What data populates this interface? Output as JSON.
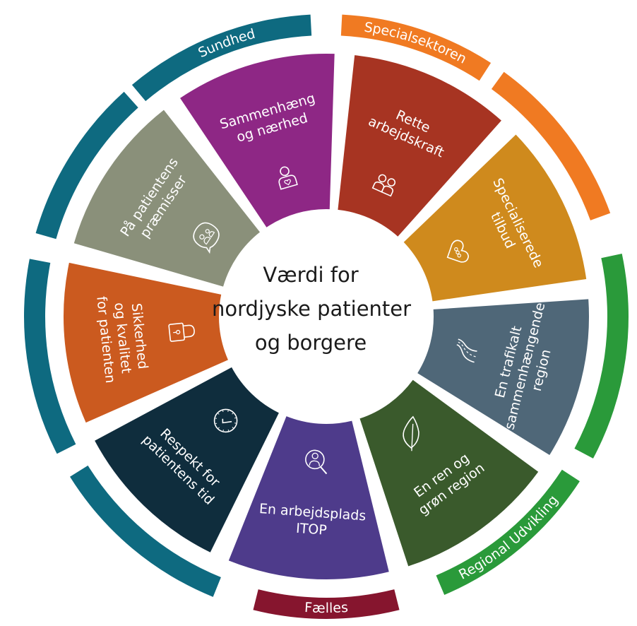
{
  "center": {
    "lines": [
      "Værdi for",
      "nordjyske patienter",
      "og borgere"
    ]
  },
  "outer_ring": [
    {
      "id": "sundhed",
      "label": "Sundhed",
      "color": "#0e6a80"
    },
    {
      "id": "specialsektoren",
      "label": "Specialsektoren",
      "color": "#f07a22"
    },
    {
      "id": "regional-udvikling",
      "label": "Regional Udvikling",
      "color": "#2a9a3a"
    },
    {
      "id": "faelles",
      "label": "Fælles",
      "color": "#86152e"
    }
  ],
  "segments": [
    {
      "id": "sammenhaeng",
      "lines": [
        "Sammenhæng",
        "og nærhed"
      ],
      "color": "#8e2785",
      "icon": "person-heart-icon"
    },
    {
      "id": "rette-arbejdskraft",
      "lines": [
        "Rette",
        "arbejdskraft"
      ],
      "color": "#a73422",
      "icon": "two-people-icon"
    },
    {
      "id": "specialiserede",
      "lines": [
        "Specialiserede",
        "tilbud"
      ],
      "color": "#cf8a1d",
      "icon": "heart-group-icon"
    },
    {
      "id": "trafikalt",
      "lines": [
        "En trafikalt",
        "sammenhængende",
        "region"
      ],
      "color": "#4f6778",
      "icon": "road-icon"
    },
    {
      "id": "ren-groen",
      "lines": [
        "En ren og",
        "grøn region"
      ],
      "color": "#3a5a2c",
      "icon": "leaf-icon"
    },
    {
      "id": "arbejdsplads",
      "lines": [
        "En arbejdsplads",
        "ITOP"
      ],
      "color": "#4e3b8b",
      "icon": "person-search-icon"
    },
    {
      "id": "respekt",
      "lines": [
        "Respekt for",
        "patientens tid"
      ],
      "color": "#0f2d3d",
      "icon": "clock-icon"
    },
    {
      "id": "sikkerhed",
      "lines": [
        "Sikkerhed",
        "og kvalitet",
        "for patienten"
      ],
      "color": "#cb5a1f",
      "icon": "lock-icon"
    },
    {
      "id": "paa-patientens",
      "lines": [
        "På patientens",
        "præmisser"
      ],
      "color": "#8a907a",
      "icon": "speech-people-icon"
    }
  ]
}
